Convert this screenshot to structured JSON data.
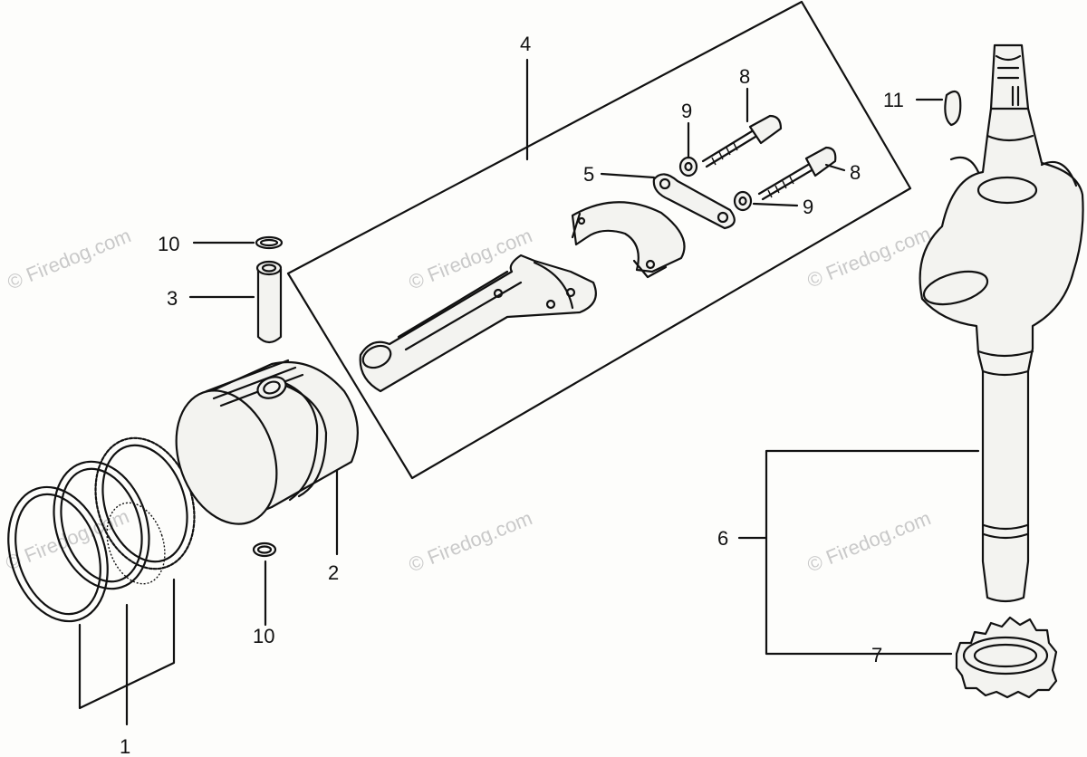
{
  "diagram": {
    "watermarks": [
      "© Firedog.com",
      "© Firedog.com",
      "© Firedog.com",
      "© Firedog.com",
      "© Firedog.com",
      "© Firedog.com"
    ],
    "callouts": {
      "c1": "1",
      "c2": "2",
      "c3": "3",
      "c4": "4",
      "c5": "5",
      "c6": "6",
      "c7": "7",
      "c8a": "8",
      "c8b": "8",
      "c9a": "9",
      "c9b": "9",
      "c10a": "10",
      "c10b": "10",
      "c11": "11"
    },
    "parts": [
      {
        "id": "piston-rings",
        "ref": "1"
      },
      {
        "id": "piston",
        "ref": "2"
      },
      {
        "id": "piston-pin",
        "ref": "3"
      },
      {
        "id": "connecting-rod-assembly",
        "ref": "4"
      },
      {
        "id": "oil-dipper-plate",
        "ref": "5"
      },
      {
        "id": "crankshaft",
        "ref": "6"
      },
      {
        "id": "crankshaft-timing-gear",
        "ref": "7"
      },
      {
        "id": "rod-bolt",
        "ref": "8"
      },
      {
        "id": "washer",
        "ref": "9"
      },
      {
        "id": "piston-pin-clip",
        "ref": "10"
      },
      {
        "id": "woodruff-key",
        "ref": "11"
      }
    ]
  }
}
